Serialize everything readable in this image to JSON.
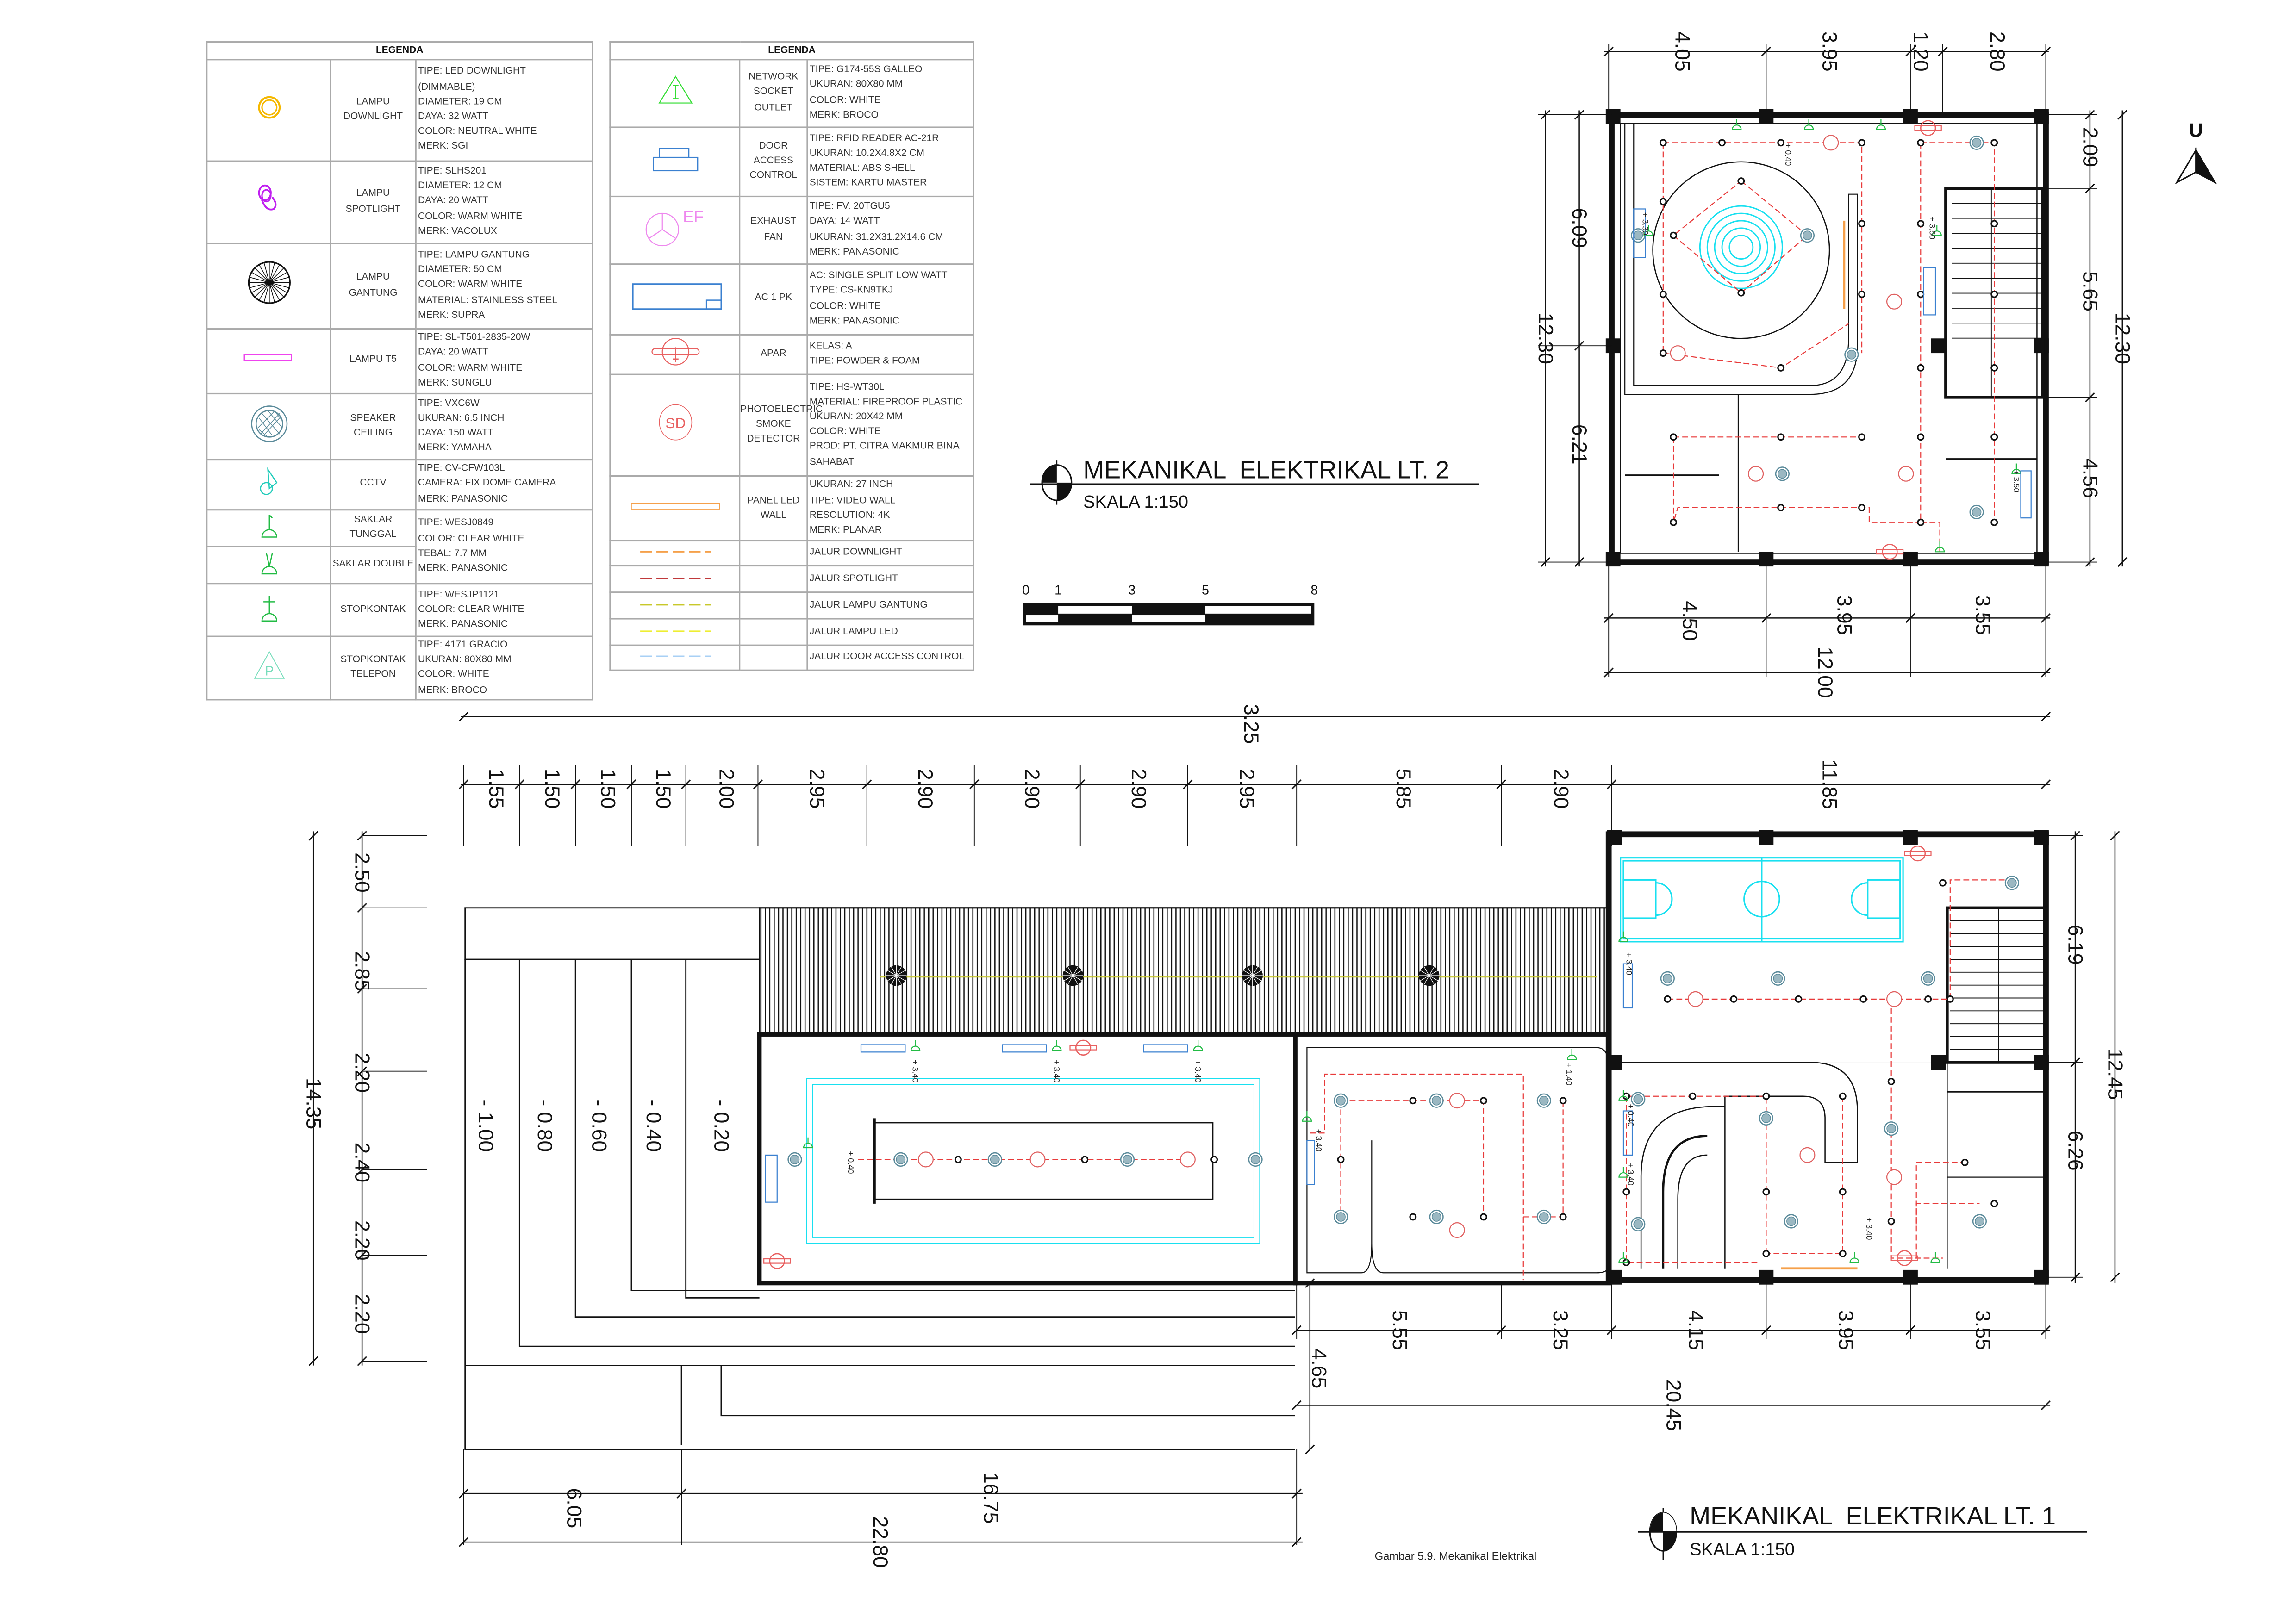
{
  "legend_left": {
    "title": "LEGENDA",
    "rows": [
      {
        "icon": "downlight-icon",
        "name": [
          "LAMPU",
          "DOWNLIGHT"
        ],
        "spec": [
          "TIPE: LED DOWNLIGHT",
          "(DIMMABLE)",
          "DIAMETER: 19 CM",
          "DAYA: 32 WATT",
          "COLOR: NEUTRAL WHITE",
          "MERK: SGI"
        ]
      },
      {
        "icon": "spotlight-icon",
        "name": [
          "LAMPU",
          "SPOTLIGHT"
        ],
        "spec": [
          "TIPE: SLHS201",
          "DIAMETER: 12 CM",
          "DAYA: 20 WATT",
          "COLOR: WARM WHITE",
          "MERK: VACOLUX"
        ]
      },
      {
        "icon": "pendant-lamp-icon",
        "name": [
          "LAMPU",
          "GANTUNG"
        ],
        "spec": [
          "TIPE: LAMPU GANTUNG",
          "DIAMETER: 50 CM",
          "COLOR: WARM WHITE",
          "MATERIAL: STAINLESS STEEL",
          "MERK: SUPRA"
        ]
      },
      {
        "icon": "t5-lamp-icon",
        "name": [
          "LAMPU T5"
        ],
        "spec": [
          "TIPE: SL-T501-2835-20W",
          "DAYA: 20 WATT",
          "COLOR: WARM WHITE",
          "MERK: SUNGLU"
        ]
      },
      {
        "icon": "ceiling-speaker-icon",
        "name": [
          "SPEAKER",
          "CEILING"
        ],
        "spec": [
          "TIPE: VXC6W",
          "UKURAN: 6.5 INCH",
          "DAYA: 150 WATT",
          "MERK: YAMAHA"
        ]
      },
      {
        "icon": "cctv-icon",
        "name": [
          "CCTV"
        ],
        "spec": [
          "TIPE: CV-CFW103L",
          "CAMERA: FIX DOME CAMERA",
          "MERK: PANASONIC"
        ]
      },
      {
        "icon": "single-switch-icon",
        "name": [
          "SAKLAR",
          "TUNGGAL"
        ],
        "spec": [
          "TIPE: WESJ0849",
          "COLOR: CLEAR WHITE",
          "TEBAL: 7.7 MM",
          "MERK: PANASONIC"
        ]
      },
      {
        "icon": "double-switch-icon",
        "name": [
          "SAKLAR DOUBLE"
        ]
      },
      {
        "icon": "power-outlet-icon",
        "name": [
          "STOPKONTAK"
        ],
        "spec": [
          "TIPE: WESJP1121",
          "COLOR: CLEAR WHITE",
          "MERK: PANASONIC"
        ]
      },
      {
        "icon": "telephone-outlet-icon",
        "name": [
          "STOPKONTAK",
          "TELEPON"
        ],
        "spec": [
          "TIPE: 4171 GRACIO",
          "UKURAN: 80X80 MM",
          "COLOR: WHITE",
          "MERK: BROCO"
        ]
      }
    ]
  },
  "legend_right": {
    "title": "LEGENDA",
    "rows": [
      {
        "icon": "network-outlet-icon",
        "name": [
          "NETWORK",
          "SOCKET OUTLET"
        ],
        "spec": [
          "TIPE: G174-55S GALLEO",
          "UKURAN: 80X80 MM",
          "COLOR: WHITE",
          "MERK: BROCO"
        ]
      },
      {
        "icon": "door-access-icon",
        "name": [
          "DOOR ACCESS",
          "CONTROL"
        ],
        "spec": [
          "TIPE: RFID READER AC-21R",
          "UKURAN: 10.2X4.8X2 CM",
          "MATERIAL: ABS SHELL",
          "SISTEM: KARTU MASTER"
        ]
      },
      {
        "icon": "exhaust-fan-icon",
        "name": [
          "EXHAUST FAN"
        ],
        "spec": [
          "TIPE: FV. 20TGU5",
          "DAYA: 14 WATT",
          "UKURAN: 31.2X31.2X14.6 CM",
          "MERK: PANASONIC"
        ],
        "icon_text": "EF"
      },
      {
        "icon": "ac-unit-icon",
        "name": [
          "AC 1 PK"
        ],
        "spec": [
          "AC: SINGLE SPLIT LOW WATT",
          "TYPE: CS-KN9TKJ",
          "COLOR: WHITE",
          "MERK: PANASONIC"
        ]
      },
      {
        "icon": "fire-extinguisher-icon",
        "name": [
          "APAR"
        ],
        "spec": [
          "KELAS: A",
          "TIPE: POWDER & FOAM"
        ]
      },
      {
        "icon": "smoke-detector-icon",
        "name": [
          "PHOTOELECTRIC",
          "SMOKE",
          "DETECTOR"
        ],
        "spec": [
          "TIPE: HS-WT30L",
          "MATERIAL: FIREPROOF PLASTIC",
          "UKURAN: 20X42 MM",
          "COLOR: WHITE",
          "PROD: PT. CITRA MAKMUR BINA",
          "SAHABAT"
        ],
        "icon_text": "SD"
      },
      {
        "icon": "led-wall-panel-icon",
        "name": [
          "PANEL LED",
          "WALL"
        ],
        "spec": [
          "UKURAN: 27 INCH",
          "TIPE: VIDEO WALL",
          "RESOLUTION: 4K",
          "MERK: PLANAR"
        ]
      },
      {
        "icon": "dashed-line-icon",
        "line_color": "#f5a04a",
        "name": [],
        "spec": [
          "JALUR DOWNLIGHT"
        ]
      },
      {
        "icon": "dashed-line-icon",
        "line_color": "#c0393b",
        "name": [],
        "spec": [
          "JALUR SPOTLIGHT"
        ]
      },
      {
        "icon": "dashed-line-icon",
        "line_color": "#c8c82a",
        "name": [],
        "spec": [
          "JALUR LAMPU GANTUNG"
        ]
      },
      {
        "icon": "dashed-line-icon",
        "line_color": "#eeee33",
        "name": [],
        "spec": [
          "JALUR LAMPU LED"
        ]
      },
      {
        "icon": "dashed-line-icon",
        "line_color": "#a8d0f5",
        "name": [],
        "spec": [
          "JALUR DOOR ACCESS CONTROL"
        ]
      }
    ]
  },
  "lt2": {
    "title": "MEKANIKAL  ELEKTRIKAL LT. 2",
    "scale": "SKALA 1:150",
    "dimensions": {
      "top": [
        "4.05",
        "3.95",
        "1.20",
        "2.80"
      ],
      "left": [
        "6.09",
        "6.21"
      ],
      "left_total": "12.30",
      "right": [
        "2.09",
        "5.65",
        "4.56"
      ],
      "right_total": "12.30",
      "bottom": [
        "4.50",
        "3.95",
        "3.55"
      ],
      "bottom_total": "12.00"
    },
    "elevations": [
      "+ 0.40",
      "+ 3.30",
      "+ 3.50",
      "+ 3.50"
    ]
  },
  "lt1": {
    "title": "MEKANIKAL  ELEKTRIKAL LT. 1",
    "scale": "SKALA 1:150",
    "dimensions": {
      "top_total": "3.25",
      "top": [
        "1.55",
        "1.50",
        "1.50",
        "1.50",
        "2.00",
        "2.95",
        "2.90",
        "2.90",
        "2.90",
        "2.95",
        "5.85",
        "2.90"
      ],
      "top_right": "11.85",
      "left_total": "14.35",
      "left": [
        "2.50",
        "2.85",
        "2.20",
        "2.40",
        "2.20",
        "2.20"
      ],
      "step_levels": [
        "- 1.00",
        "- 0.80",
        "- 0.60",
        "- 0.40",
        "- 0.20"
      ],
      "right": [
        "6.19",
        "6.26"
      ],
      "right_total": "12.45",
      "bottom": [
        "5.55",
        "3.25",
        "4.15",
        "3.95",
        "3.55"
      ],
      "bottom_total": "20.45",
      "side": "4.65",
      "bottom_left": [
        "6.05",
        "16.75"
      ],
      "bottom_left_total": "22.80"
    },
    "elevations": [
      "+ 3.40",
      "+ 3.40",
      "+ 3.40",
      "+ 0.40",
      "+ 1.40",
      "+ 3.40",
      "+ 0.40",
      "+ 3.40",
      "+ 3.40",
      "+ 3.40"
    ]
  },
  "scale_bar": {
    "labels": [
      "0",
      "1",
      "3",
      "5",
      "8"
    ]
  },
  "north_arrow": {
    "label": "U"
  },
  "caption": "Gambar 5.9. Mekanikal Elektrikal",
  "colors": {
    "wiring": "#e83a3a",
    "cyan": "#18e0f0",
    "speaker": "#5a8a9a",
    "smoke": "#e06060",
    "switch": "#22bb44"
  }
}
